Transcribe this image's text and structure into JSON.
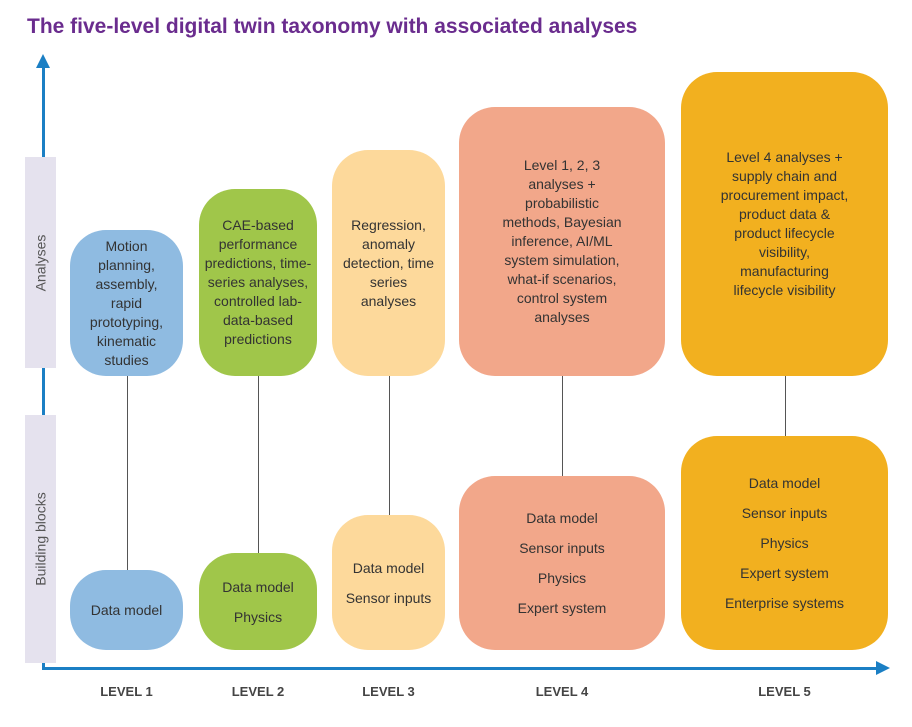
{
  "title": "The five-level digital twin taxonomy with associated analyses",
  "axis_labels": {
    "analyses": "Analyses",
    "building_blocks": "Building blocks"
  },
  "colors": {
    "level1": "#8fbbe1",
    "level2": "#a0c64a",
    "level3": "#fdd99b",
    "level4": "#f2a78a",
    "level5": "#f2b01f",
    "axis": "#1b7fc4",
    "title": "#6a2c8e"
  },
  "levels": [
    {
      "label": "LEVEL 1",
      "analyses": "Motion planning, assembly, rapid prototyping, kinematic studies",
      "building_blocks": [
        "Data model"
      ]
    },
    {
      "label": "LEVEL 2",
      "analyses": "CAE-based performance predictions, time-series analyses, controlled lab-data-based predictions",
      "building_blocks": [
        "Data model",
        "Physics"
      ]
    },
    {
      "label": "LEVEL 3",
      "analyses": "Regression, anomaly detection, time series analyses",
      "building_blocks": [
        "Data model",
        "Sensor inputs"
      ]
    },
    {
      "label": "LEVEL 4",
      "analyses": "Level 1, 2, 3 analyses + probabilistic methods, Bayesian inference, AI/ML system simulation, what-if scenarios, control system analyses",
      "building_blocks": [
        "Data model",
        "Sensor inputs",
        "Physics",
        "Expert system"
      ]
    },
    {
      "label": "LEVEL 5",
      "analyses": "Level 4 analyses + supply chain and procurement impact, product data & product lifecycle visibility, manufacturing lifecycle visibility",
      "building_blocks": [
        "Data model",
        "Sensor inputs",
        "Physics",
        "Expert system",
        "Enterprise systems"
      ]
    }
  ]
}
